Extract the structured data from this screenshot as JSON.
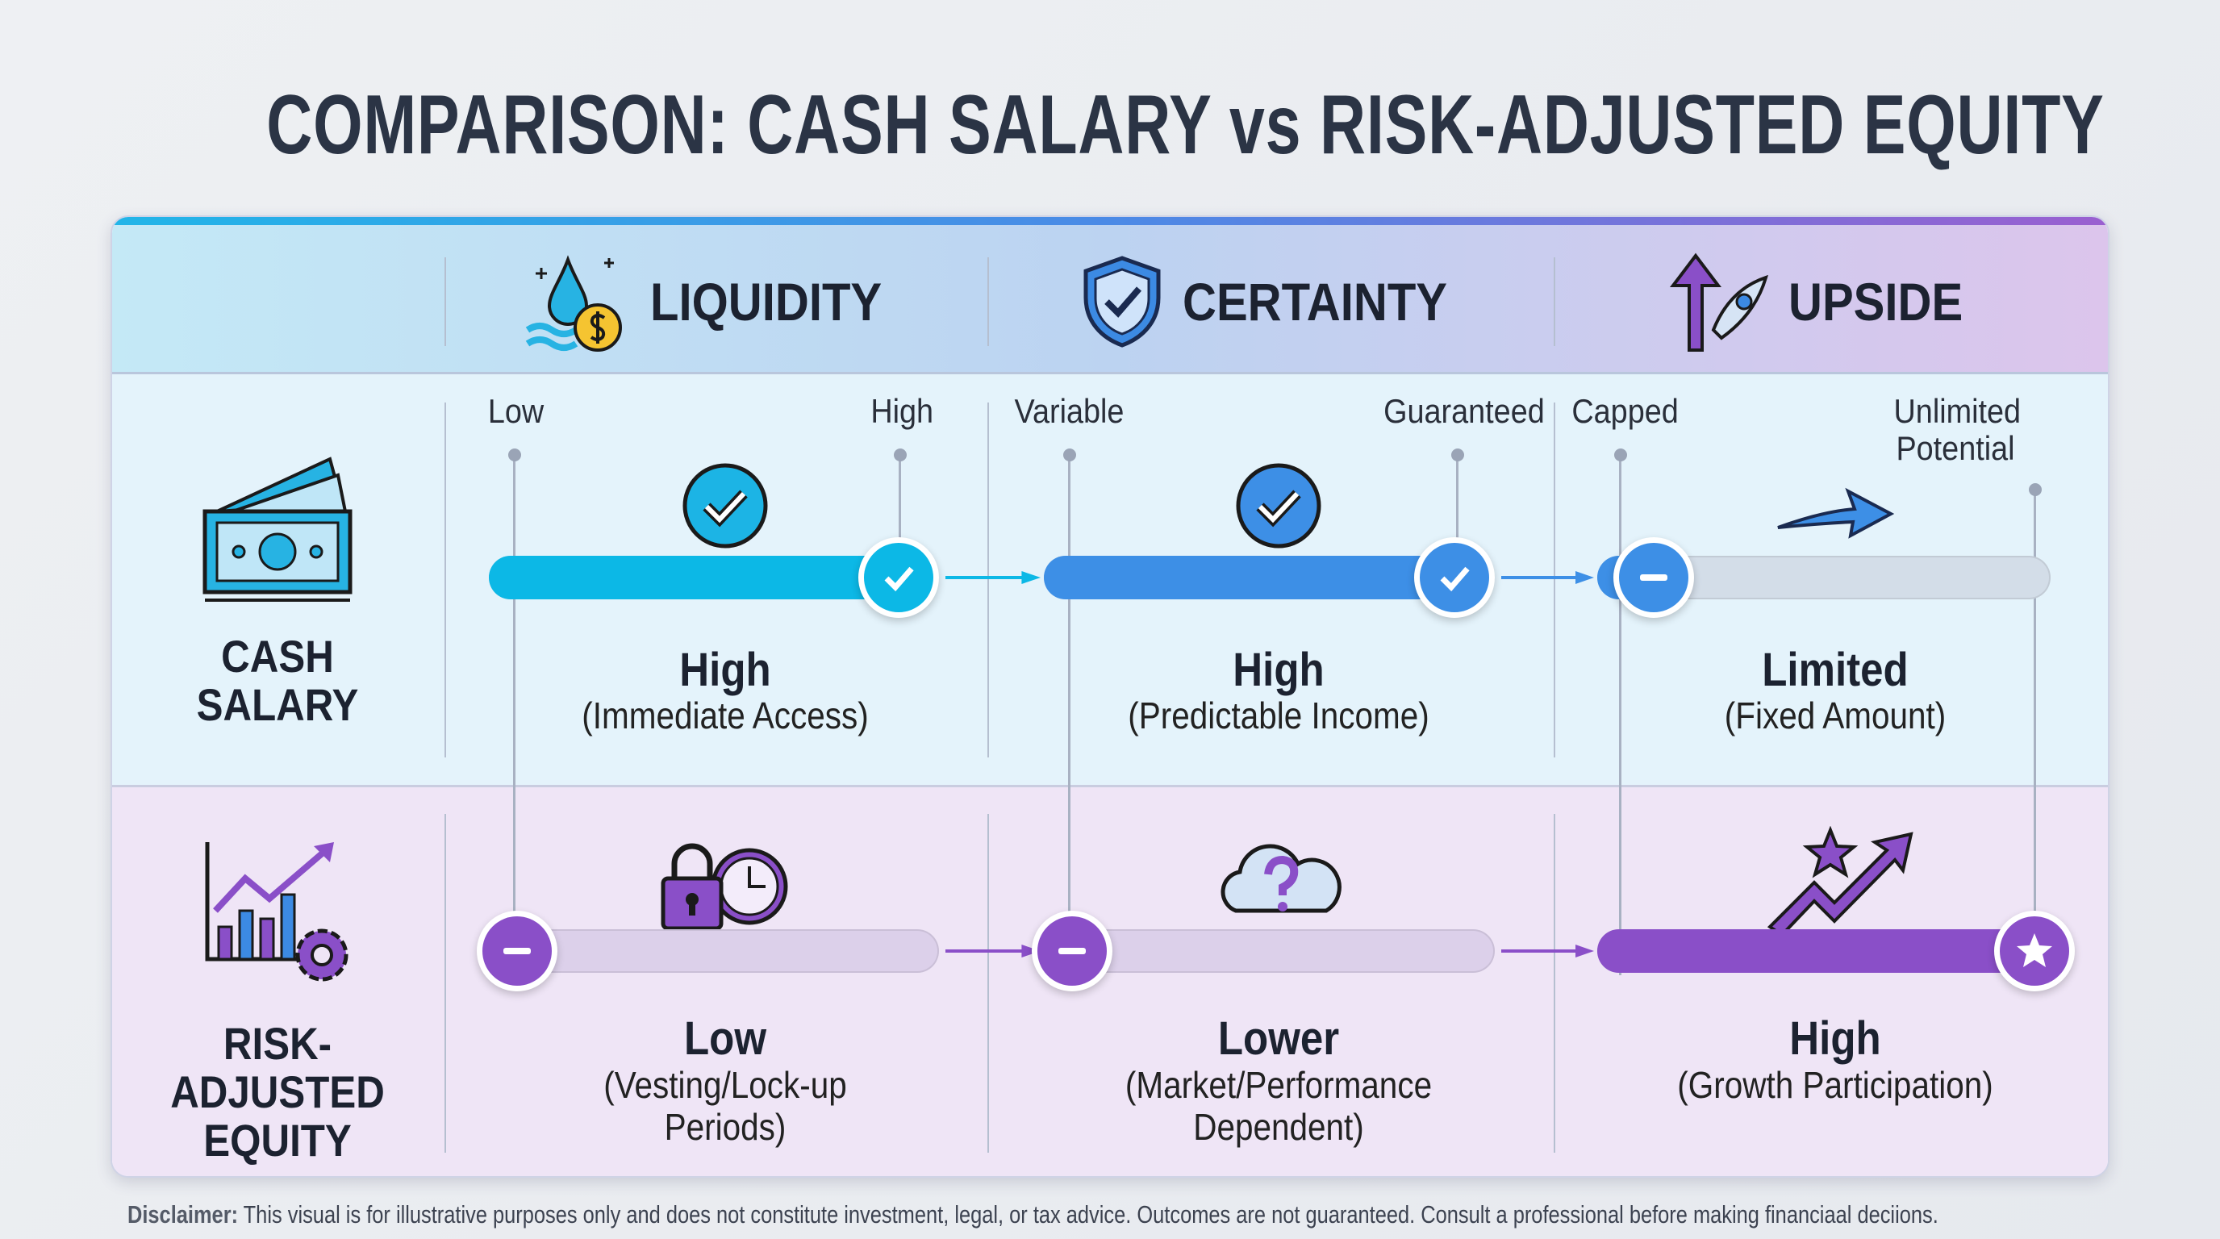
{
  "title": "COMPARISON: CASH SALARY vs RISK-ADJUSTED EQUITY",
  "columns": [
    {
      "label": "LIQUIDITY",
      "icon": "water-drop-coin-icon"
    },
    {
      "label": "CERTAINTY",
      "icon": "shield-check-icon"
    },
    {
      "label": "UPSIDE",
      "icon": "arrow-rocket-icon"
    }
  ],
  "rows": [
    {
      "label_line1": "CASH",
      "label_line2": "SALARY",
      "icon": "money-stack-icon",
      "cells": [
        {
          "scale_low": "Low",
          "scale_high": "High",
          "level": "high",
          "value": "High",
          "detail": "(Immediate Access)",
          "knob": "check"
        },
        {
          "scale_low": "Variable",
          "scale_high": "Guaranteed",
          "level": "high",
          "value": "High",
          "detail": "(Predictable Income)",
          "knob": "check"
        },
        {
          "scale_low": "Capped",
          "scale_high": "Unlimited",
          "scale_high2": "Potential",
          "level": "low",
          "value": "Limited",
          "detail": "(Fixed Amount)",
          "knob": "minus"
        }
      ]
    },
    {
      "label_line1": "RISK-ADJUSTED",
      "label_line2": "EQUITY",
      "icon": "growth-chart-gear-icon",
      "cells": [
        {
          "level": "low",
          "value": "Low",
          "detail": "(Vesting/Lock-up",
          "detail2": "Periods)",
          "knob": "minus"
        },
        {
          "level": "low",
          "value": "Lower",
          "detail": "(Market/Performance",
          "detail2": "Dependent)",
          "knob": "minus"
        },
        {
          "level": "high",
          "value": "High",
          "detail": "(Growth Participation)",
          "knob": "star"
        }
      ]
    }
  ],
  "disclaimer": {
    "label": "Disclaimer:",
    "text": " This visual is for illustrative purposes only and does not constitute investment, legal, or tax advice. Outcomes are not guaranteed. Consult a professional before making financiaal deciions."
  },
  "colors": {
    "cyan": "#0cb8e6",
    "blue": "#3d8fe6",
    "purple": "#8a4fc8",
    "track_empty": "#d3dde8"
  }
}
